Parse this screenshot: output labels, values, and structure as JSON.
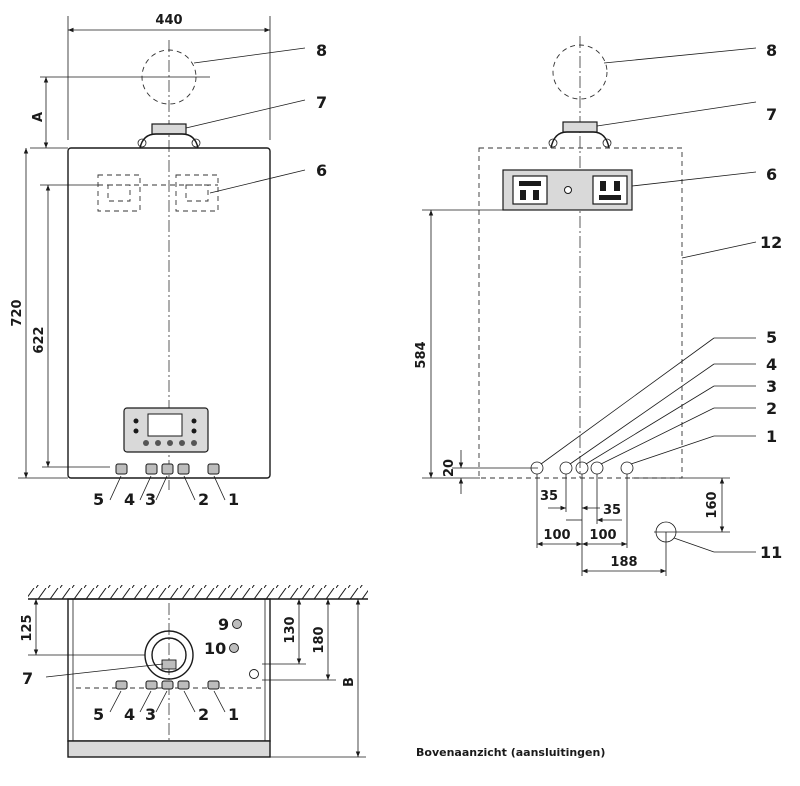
{
  "front": {
    "width": "440",
    "dim_a": "A",
    "height_total": "720",
    "height_bracket": "622",
    "callouts": [
      "8",
      "7",
      "6"
    ],
    "pipes": [
      "5",
      "4",
      "3",
      "2",
      "1"
    ]
  },
  "back": {
    "callouts": [
      "8",
      "7",
      "6",
      "12",
      "5",
      "4",
      "3",
      "2",
      "1",
      "11"
    ],
    "dim_584": "584",
    "dim_20": "20",
    "dim_35_left": "35",
    "dim_35_right": "35",
    "dim_100_left": "100",
    "dim_100_right": "100",
    "dim_188": "188",
    "dim_160": "160"
  },
  "top": {
    "dim_125": "125",
    "dim_130": "130",
    "dim_180": "180",
    "dim_b": "B",
    "labels": [
      "9",
      "10",
      "7"
    ],
    "pipes": [
      "5",
      "4",
      "3",
      "2",
      "1"
    ]
  },
  "caption": "Bovenaanzicht (aansluitingen)"
}
